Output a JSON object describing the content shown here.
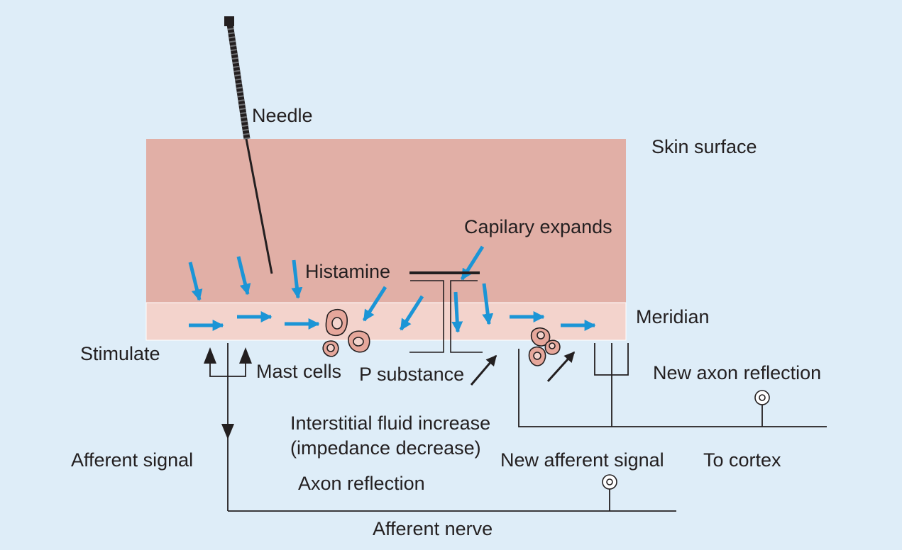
{
  "labels": {
    "needle": "Needle",
    "skin_surface": "Skin surface",
    "capillary_expands": "Capilary expands",
    "histamine": "Histamine",
    "meridian": "Meridian",
    "stimulate": "Stimulate",
    "mast_cells": "Mast cells",
    "p_substance": "P substance",
    "new_axon_reflection": "New axon reflection",
    "interstitial_line1": "Interstitial fluid increase",
    "interstitial_line2": "(impedance decrease)",
    "afferent_signal": "Afferent signal",
    "new_afferent_signal": "New afferent signal",
    "to_cortex": "To cortex",
    "axon_reflection": "Axon reflection",
    "afferent_nerve": "Afferent nerve"
  },
  "colors": {
    "background": "#deedf8",
    "skin": "#e1afa6",
    "meridian": "#f3d3cc",
    "arrow_blue": "#1b95d6",
    "cell_fill": "#e6a79b",
    "ink": "#231f20"
  }
}
